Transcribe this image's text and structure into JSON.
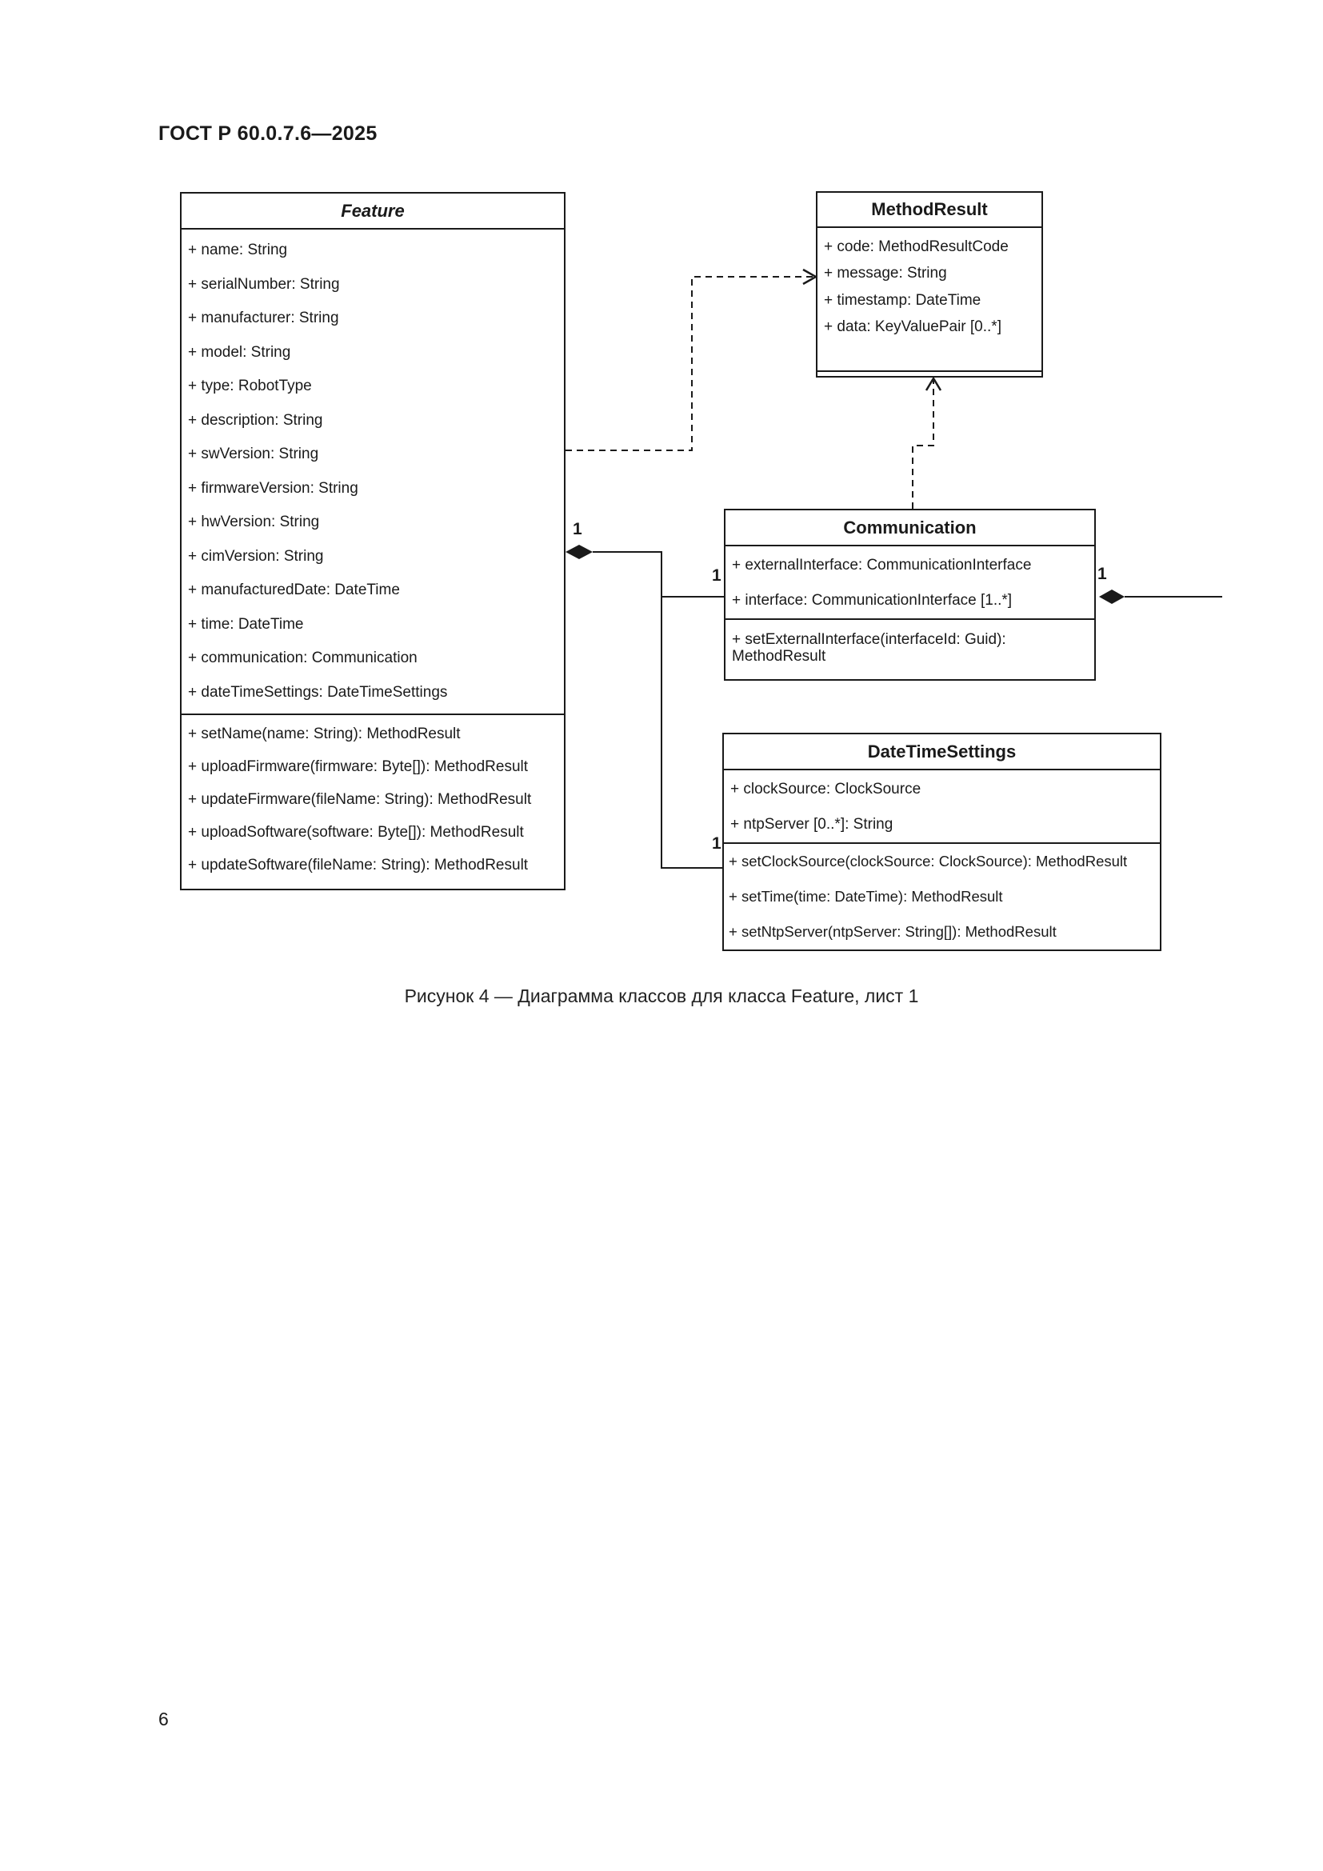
{
  "header": "ГОСТ Р 60.0.7.6—2025",
  "classes": {
    "feature": {
      "name": "Feature",
      "attributes": [
        "+ name: String",
        "+ serialNumber: String",
        "+ manufacturer: String",
        "+ model: String",
        "+ type: RobotType",
        "+ description: String",
        "+ swVersion: String",
        "+ firmwareVersion: String",
        "+ hwVersion: String",
        "+ cimVersion: String",
        "+ manufacturedDate: DateTime",
        "+ time: DateTime",
        "+ communication: Communication",
        "+ dateTimeSettings: DateTimeSettings"
      ],
      "operations": [
        "+ setName(name: String): MethodResult",
        "+ uploadFirmware(firmware: Byte[]): MethodResult",
        "+ updateFirmware(fileName: String): MethodResult",
        "+ uploadSoftware(software: Byte[]): MethodResult",
        "+ updateSoftware(fileName: String): MethodResult"
      ]
    },
    "method_result": {
      "name": "MethodResult",
      "attributes": [
        "+ code: MethodResultCode",
        "+ message: String",
        "+ timestamp: DateTime",
        "+ data: KeyValuePair [0..*]"
      ],
      "operations": []
    },
    "communication": {
      "name": "Communication",
      "attributes": [
        "+ externalInterface: CommunicationInterface",
        "+ interface: CommunicationInterface [1..*]"
      ],
      "operations": [
        "+ setExternalInterface(interfaceId: Guid): MethodResult"
      ]
    },
    "date_time_settings": {
      "name": "DateTimeSettings",
      "attributes": [
        "+ clockSource: ClockSource",
        "+ ntpServer [0..*]: String"
      ],
      "operations": [
        "+ setClockSource(clockSource: ClockSource): MethodResult",
        "+ setTime(time: DateTime): MethodResult",
        "+ setNtpServer(ntpServer: String[]): MethodResult"
      ]
    }
  },
  "multiplicities": {
    "feature_composition": "1",
    "communication_end": "1",
    "date_time_settings_end": "1",
    "communication_outgoing": "1"
  },
  "caption": "Рисунок 4 — Диаграмма классов для класса Feature, лист 1",
  "page_number": "6"
}
